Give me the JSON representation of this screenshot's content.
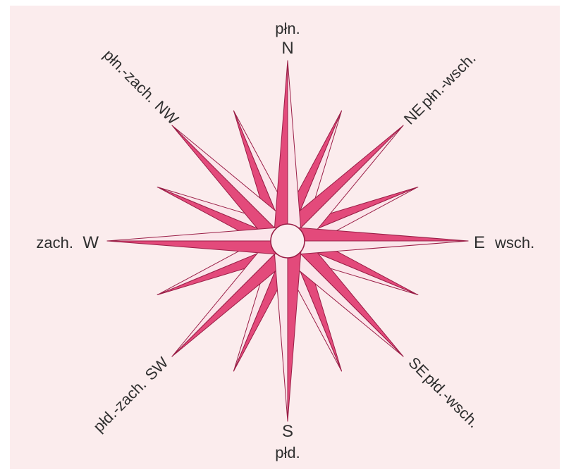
{
  "compass": {
    "north": {
      "abbr": "N",
      "name": "płn."
    },
    "south": {
      "abbr": "S",
      "name": "płd."
    },
    "east": {
      "abbr": "E",
      "name": "wsch."
    },
    "west": {
      "abbr": "W",
      "name": "zach."
    },
    "northeast": {
      "abbr": "NE",
      "name": "płn.-wsch."
    },
    "northwest": {
      "abbr": "NW",
      "name": "płn.-zach."
    },
    "southeast": {
      "abbr": "SE",
      "name": "płd.-wsch."
    },
    "southwest": {
      "abbr": "SW",
      "name": "płd.-zach."
    }
  },
  "colors": {
    "background": "#fbeced",
    "point_fill": "#e34a7b",
    "point_light": "#fbe5ea",
    "outline": "#9a1f47",
    "hub": "#fbeef0"
  }
}
